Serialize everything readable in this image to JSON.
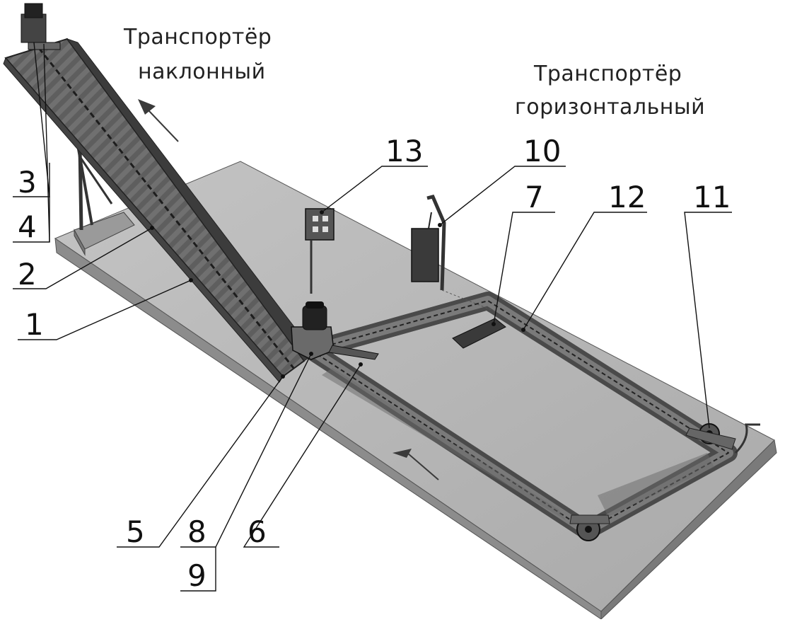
{
  "titles": {
    "incline_line1": "Транспортёр",
    "incline_line2": "наклонный",
    "horizontal_line1": "Транспортёр",
    "horizontal_line2": "горизонтальный"
  },
  "callouts": {
    "n1": "1",
    "n2": "2",
    "n3": "3",
    "n4": "4",
    "n5": "5",
    "n6": "6",
    "n7": "7",
    "n8": "8",
    "n9": "9",
    "n10": "10",
    "n11": "11",
    "n12": "12",
    "n13": "13"
  },
  "colors": {
    "platform_top": "#b8b8b8",
    "platform_side": "#8f8f8f",
    "conveyor": "#5a5a5a",
    "dark": "#2a2a2a",
    "line": "#111111"
  }
}
